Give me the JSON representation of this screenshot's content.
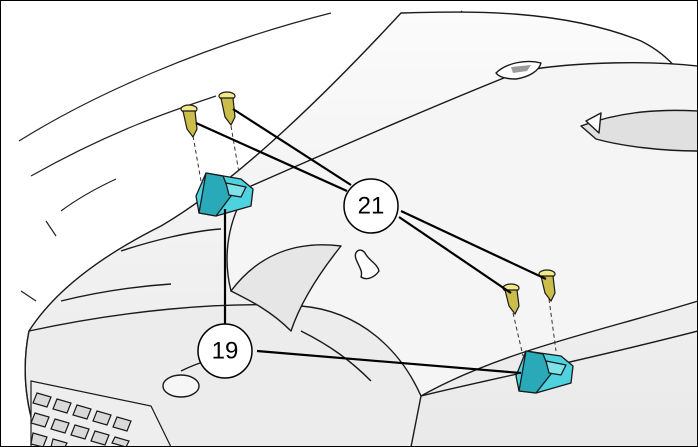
{
  "figure": {
    "callouts": [
      {
        "id": "c21",
        "label": "21",
        "part": "pin-fastener"
      },
      {
        "id": "c19",
        "label": "19",
        "part": "clip-bracket"
      }
    ],
    "colors": {
      "outline": "#1a1a1a",
      "body_fill": "#f2f2f2",
      "body_shade": "#e3e3e3",
      "clip_fill": "#4fd2df",
      "clip_shade": "#2aa9b8",
      "pin_fill": "#f3e98a",
      "pin_shade": "#cbbd4a",
      "grille_fill": "#d9d9d9"
    }
  }
}
